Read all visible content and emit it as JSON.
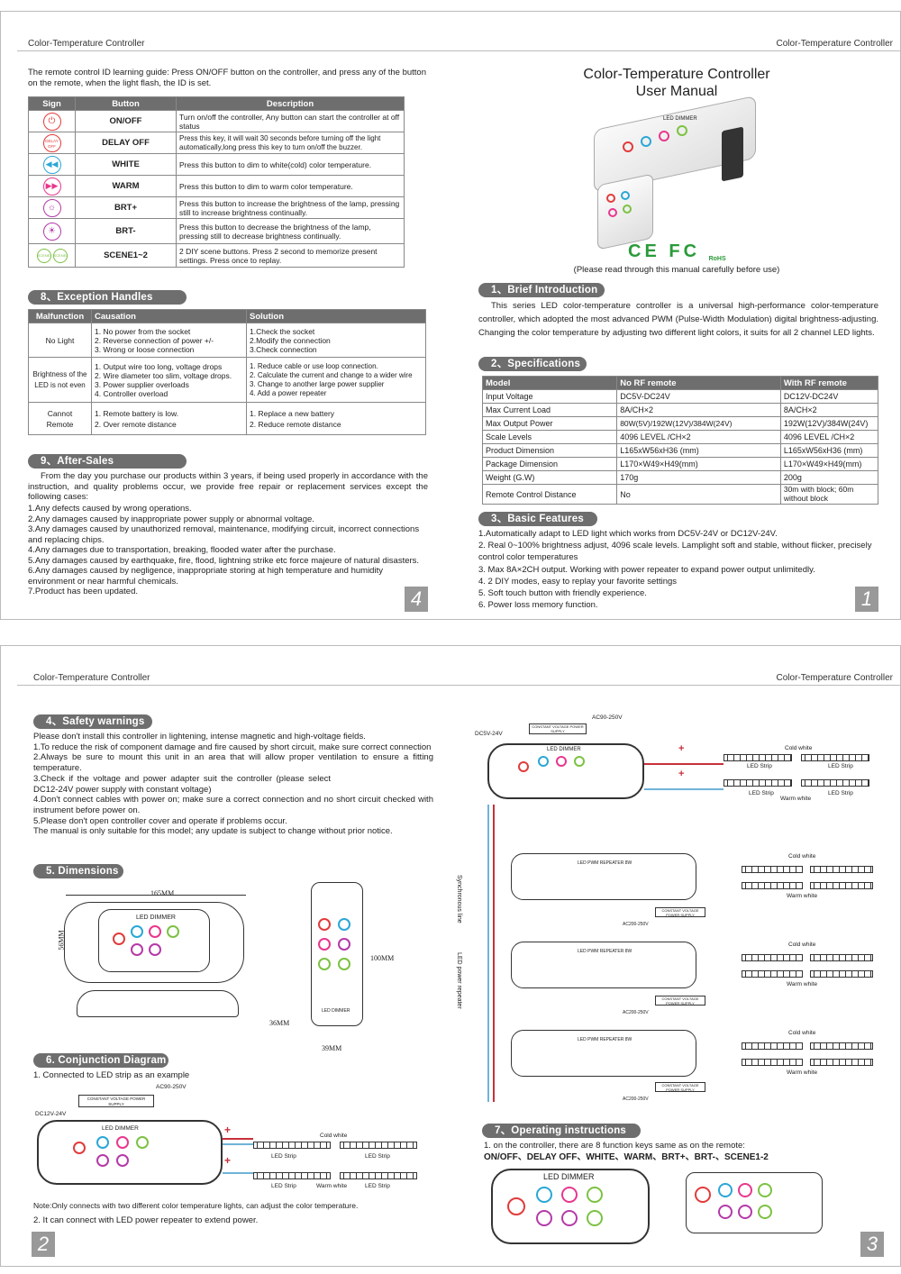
{
  "header": {
    "title_left": "Color-Temperature Controller",
    "title_right": "Color-Temperature Controller"
  },
  "page4": {
    "guide": "The remote control ID learning guide: Press ON/OFF button on the controller, and press any of the button on the remote, when the light flash, the ID is set.",
    "button_table": {
      "headers": [
        "Sign",
        "Button",
        "Description"
      ],
      "rows": [
        {
          "button": "ON/OFF",
          "desc": "Turn on/off the controller, Any button can start the controller at off status",
          "color": "#e23b3b",
          "icon": "power-icon"
        },
        {
          "button": "DELAY OFF",
          "desc": "Press this key, it will wait 30 seconds before turning off the light automatically,long press this key to turn on/off the buzzer.",
          "color": "#e23b3b",
          "icon": "delay-icon"
        },
        {
          "button": "WHITE",
          "desc": "Press this button to dim to white(cold) color temperature.",
          "color": "#2aa7d6",
          "icon": "white-icon"
        },
        {
          "button": "WARM",
          "desc": "Press this button to dim to warm color temperature.",
          "color": "#e8378d",
          "icon": "warm-icon"
        },
        {
          "button": "BRT+",
          "desc": "Press this button to increase the brightness of the lamp, pressing still to increase brightness continually.",
          "color": "#b43aa8",
          "icon": "brightness-up-icon"
        },
        {
          "button": "BRT-",
          "desc": "Press this button to decrease the brightness of the lamp, pressing still to decrease brightness continually.",
          "color": "#b43aa8",
          "icon": "brightness-down-icon"
        },
        {
          "button": "SCENE1~2",
          "desc": "2 DIY scene buttons. Press 2 second to memorize present settings. Press once to replay.",
          "color": "#7cc242",
          "icon": "scene-icon"
        }
      ],
      "delay_label": "DELAY OFF",
      "scene_labels": [
        "SCENE1",
        "SCENE2"
      ]
    },
    "exception_title": "8、Exception Handles",
    "exception_table": {
      "headers": [
        "Malfunction",
        "Causation",
        "Solution"
      ],
      "rows": [
        {
          "mal": "No Light",
          "cause": [
            "1. No power from the socket",
            "2. Reverse connection of power +/-",
            "3. Wrong or loose connection"
          ],
          "sol": [
            "1.Check the socket",
            "2.Modify the connection",
            "3.Check connection"
          ]
        },
        {
          "mal": "Brightness of the LED is not even",
          "cause": [
            "1. Output wire too long, voltage drops",
            "2. Wire diameter too slim, voltage drops.",
            "3. Power supplier overloads",
            "4. Controller overload"
          ],
          "sol": [
            "1. Reduce cable or use loop connection.",
            "2. Calculate the current and change to a wider wire",
            "3. Change to another large power supplier",
            "4. Add a power repeater"
          ]
        },
        {
          "mal": "Cannot Remote",
          "cause": [
            "1. Remote battery is low.",
            "2. Over remote distance"
          ],
          "sol": [
            "1. Replace a new battery",
            "2. Reduce remote distance"
          ]
        }
      ]
    },
    "aftersales_title": "9、After-Sales",
    "aftersales_intro": "From the day you purchase our products within 3 years, if being used properly in accordance with the instruction, and quality problems occur, we provide free repair or replacement services except the following cases:",
    "aftersales_items": [
      "1.Any defects caused by wrong operations.",
      "2.Any damages caused by inappropriate power supply or abnormal voltage.",
      "3.Any damages caused by unauthorized removal, maintenance, modifying circuit, incorrect connections and replacing chips.",
      "4.Any damages due to transportation, breaking, flooded water after the purchase.",
      "5.Any damages caused by earthquake, fire, flood, lightning strike etc force majeure of natural disasters.",
      "6.Any damages caused by negligence, inappropriate storing at high temperature and humidity environment or near harmful chemicals.",
      "7.Product has been updated."
    ],
    "page_number": "4"
  },
  "page1": {
    "title_line1": "Color-Temperature Controller",
    "title_line2": "User Manual",
    "device_label": "LED DIMMER",
    "cert": [
      "CE",
      "FC",
      "RoHS"
    ],
    "read_note": "(Please read through this manual carefully before use)",
    "intro_title": "1、Brief Introduction",
    "intro_text": "This series LED color-temperature controller is a universal high-performance color-temperature controller, which adopted the most advanced PWM (Pulse-Width Modulation) digital brightness-adjusting. Changing the color temperature by adjusting two different light colors, it suits for all 2 channel LED lights.",
    "spec_title": "2、Specifications",
    "spec_table": {
      "headers": [
        "Model",
        "No RF remote",
        "With RF remote"
      ],
      "rows": [
        [
          "Input Voltage",
          "DC5V-DC24V",
          "DC12V-DC24V"
        ],
        [
          "Max Current Load",
          "8A/CH×2",
          "8A/CH×2"
        ],
        [
          "Max Output Power",
          "80W(5V)/192W(12V)/384W(24V)",
          "192W(12V)/384W(24V)"
        ],
        [
          "Scale Levels",
          "4096 LEVEL /CH×2",
          "4096 LEVEL /CH×2"
        ],
        [
          "Product Dimension",
          "L165xW56xH36 (mm)",
          "L165xW56xH36 (mm)"
        ],
        [
          "Package Dimension",
          "L170×W49×H49(mm)",
          "L170×W49×H49(mm)"
        ],
        [
          "Weight (G.W)",
          "170g",
          "200g"
        ],
        [
          "Remote Control Distance",
          "No",
          "30m with block; 60m without block"
        ]
      ]
    },
    "features_title": "3、Basic Features",
    "features": [
      "1.Automatically adapt to LED light which works from DC5V-24V or DC12V-24V.",
      "2. Real 0~100% brightness adjust, 4096 scale levels. Lamplight soft and stable, without flicker, precisely control color temperatures",
      "3. Max 8A×2CH output.  Working with power repeater to expand power output unlimitedly.",
      "4. 2 DIY modes, easy to replay your favorite settings",
      "5. Soft touch button with friendly experience.",
      "6. Power loss memory function."
    ],
    "page_number": "1"
  },
  "page2": {
    "safety_title": "4、Safety warnings",
    "safety_items": [
      "Please don't install this controller in lightening, intense magnetic and high-voltage fields.",
      "1.To reduce the risk of component damage and fire caused by short circuit, make sure correct connection",
      "2.Always be sure to mount this unit in an area that will allow proper ventilation to ensure a fitting temperature.",
      "3.Check if the voltage and power adapter suit the controller (please select DC12-24V power supply with constant voltage)",
      "4.Don't connect cables with power on; make sure a correct connection and no short circuit checked with instrument before power on.",
      "5.Please don't open controller cover and operate if problems occur.",
      "The manual is only suitable for this model; any update is subject to change without prior notice."
    ],
    "dim_title": "5. Dimensions",
    "dim_labels": {
      "length": "165MM",
      "width": "56MM",
      "height": "36MM",
      "remote_len": "100MM",
      "remote_w": "39MM",
      "dimmer": "LED DIMMER"
    },
    "conj_title": "6. Conjunction Diagram",
    "conj_sub": "1. Connected to LED strip as an example",
    "conj_labels": {
      "ac": "AC90-250V",
      "psu": "CONSTANT VOLTAGE POWER SUPPLY",
      "dc": "DC12V-24V",
      "cold": "Cold white",
      "warm": "Warm white",
      "strip": "LED Strip",
      "dimmer": "LED DIMMER"
    },
    "conj_note": "Note:Only connects with two different color temperature lights, can adjust the color temperature.",
    "conj_sub2": "2. It can connect with LED power repeater  to extend power.",
    "page_number": "2"
  },
  "page3": {
    "diagram_labels": {
      "ac": "AC90-250V",
      "psu": "CONSTANT VOLTAGE POWER SUPPLY",
      "dc": "DC5V-24V",
      "cold": "Cold white",
      "warm": "Warm white",
      "strip": "LED Strip",
      "sync": "Synchronous line",
      "repeater": "LED power repeater",
      "rep_label": "LED PWM REPEATER 8W",
      "ac2": "AC200-250V"
    },
    "op_title": "7、Operating instructions",
    "op_text1": "1. on the controller, there are 8 function keys same as on the remote:",
    "op_text2": "ON/OFF、DELAY OFF、WHITE、WARM、BRT+、BRT-、SCENE1-2",
    "device_label": "LED DIMMER",
    "page_number": "3"
  }
}
